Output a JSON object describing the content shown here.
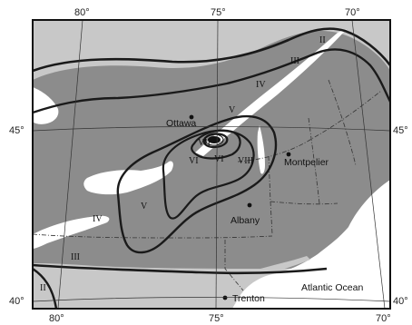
{
  "colors": {
    "land_light": "#c8c8c8",
    "land_dark": "#8c8c8c",
    "water": "#ffffff",
    "isoline": "#1a1a1a"
  },
  "coordinate_labels": {
    "top": [
      "80°",
      "75°",
      "70°"
    ],
    "bottom": [
      "80°",
      "75°",
      "70°"
    ],
    "left": [
      "45°",
      "40°"
    ],
    "right": [
      "45°",
      "40°"
    ]
  },
  "cities": [
    {
      "name": "Ottawa"
    },
    {
      "name": "Montpelier"
    },
    {
      "name": "Albany"
    },
    {
      "name": "Trenton"
    }
  ],
  "water_label": "Atlantic Ocean",
  "intensity_labels": [
    "II",
    "III",
    "IV",
    "V",
    "VI",
    "VII",
    "VIII",
    "IV",
    "V",
    "VI",
    "III",
    "II"
  ]
}
